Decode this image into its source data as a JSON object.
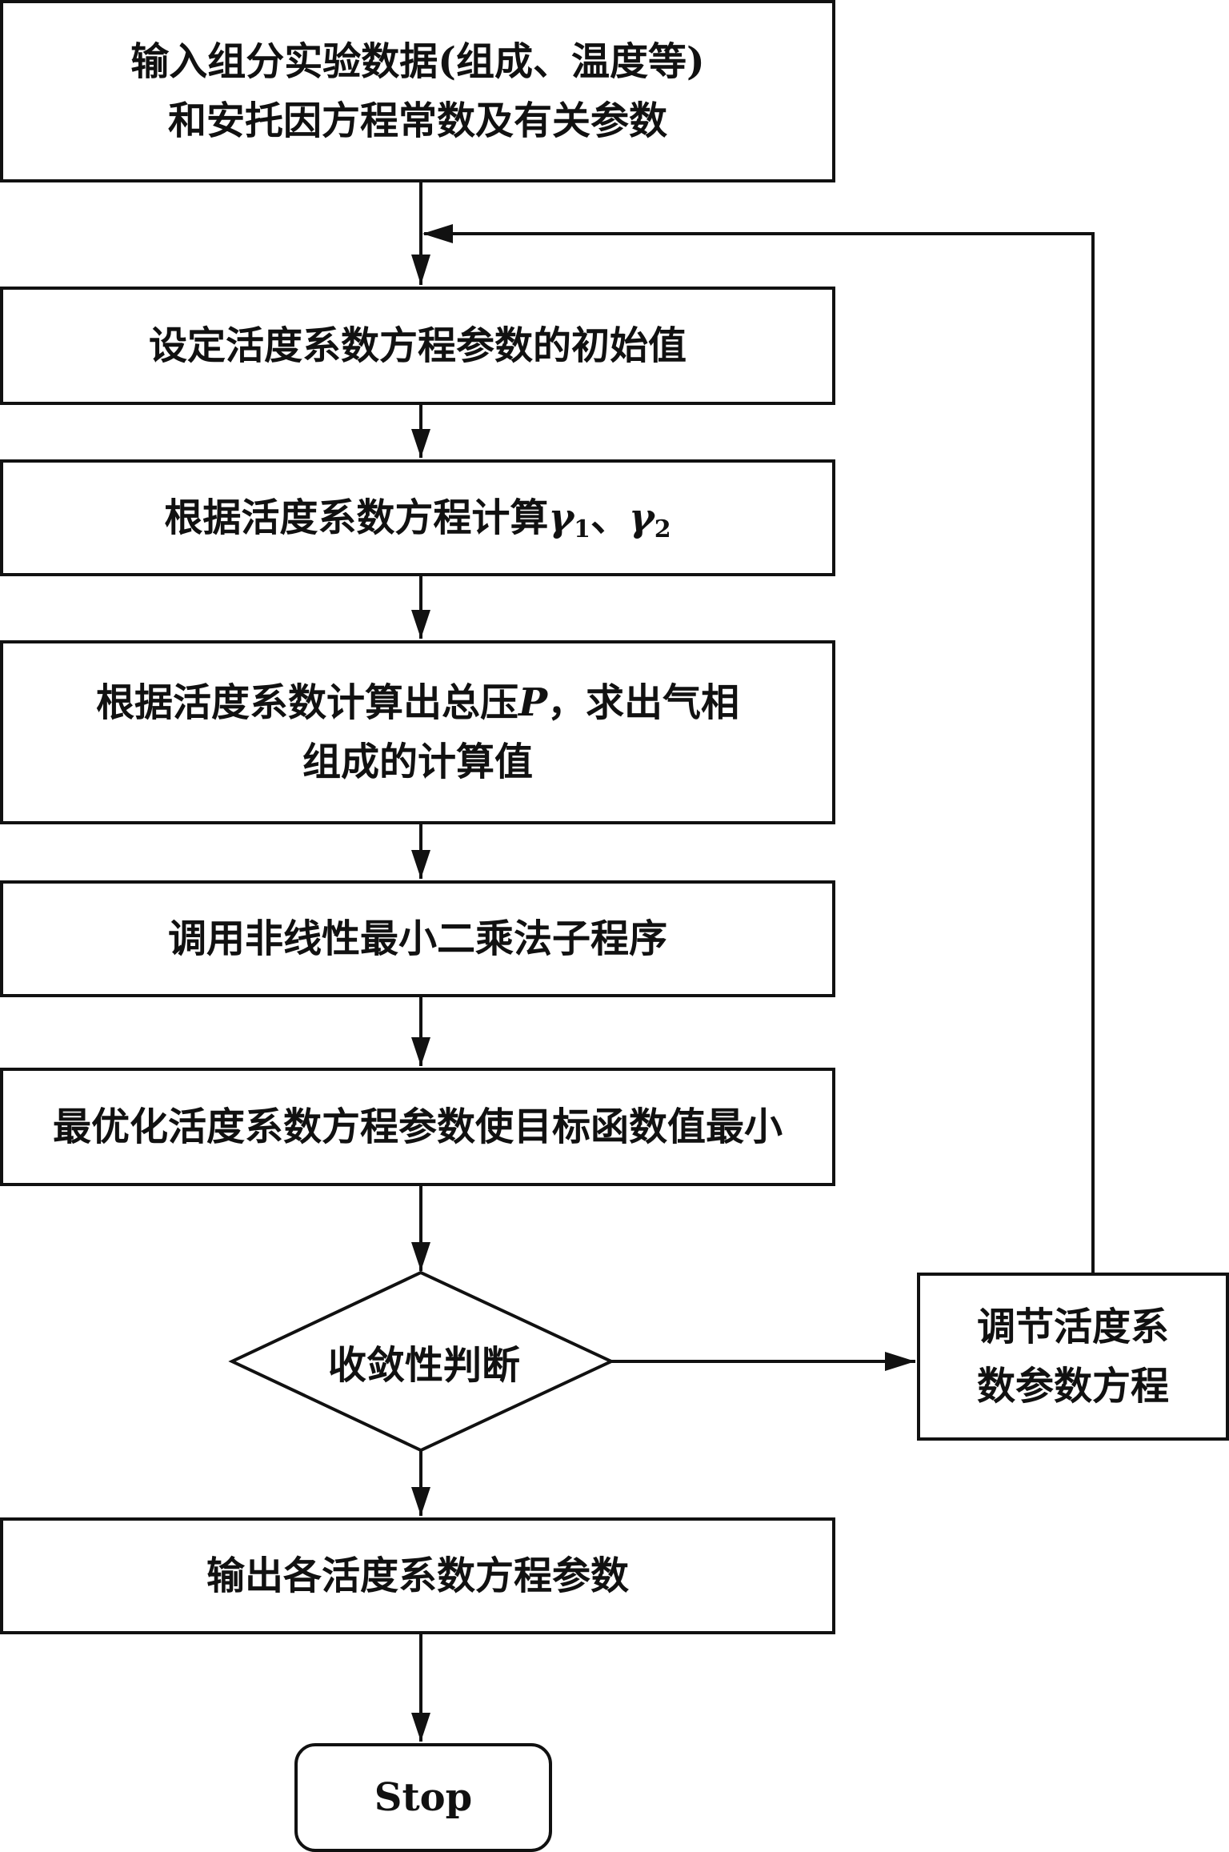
{
  "steps": {
    "input": {
      "line1": "输入组分实验数据(组成、温度等)",
      "line2": "和安托因方程常数及有关参数"
    },
    "init": {
      "text": "设定活度系数方程参数的初始值"
    },
    "gamma": {
      "prefix": "根据活度系数方程计算",
      "var1": "γ",
      "sub1": "1",
      "sep": "、",
      "var2": "γ",
      "sub2": "2"
    },
    "pressure": {
      "line1_prefix": "根据活度系数计算出总压",
      "line1_var": "P",
      "line1_suffix": "，求出气相",
      "line2": "组成的计算值"
    },
    "lsq": {
      "text": "调用非线性最小二乘法子程序"
    },
    "optimize": {
      "text": "最优化活度系数方程参数使目标函数值最小"
    },
    "decision": {
      "text": "收敛性判断"
    },
    "adjust": {
      "line1": "调节活度系",
      "line2": "数参数方程"
    },
    "output": {
      "text": "输出各活度系数方程参数"
    },
    "stop": {
      "text": "Stop"
    }
  },
  "colors": {
    "stroke": "#111111",
    "fill": "#ffffff"
  }
}
